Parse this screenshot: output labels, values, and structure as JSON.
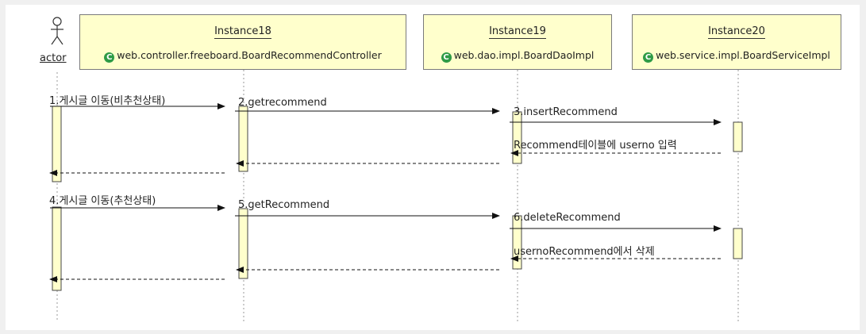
{
  "actor": {
    "label": "actor"
  },
  "instances": [
    {
      "name": "Instance18",
      "class_name": "web.controller.freeboard.BoardRecommendController"
    },
    {
      "name": "Instance19",
      "class_name": "web.dao.impl.BoardDaoImpl"
    },
    {
      "name": "Instance20",
      "class_name": "web.service.impl.BoardServiceImpl"
    }
  ],
  "messages": [
    {
      "label": "1.게시글 이동(비추천상태)"
    },
    {
      "label": "2.getrecommend"
    },
    {
      "label": "3.insertRecommend"
    },
    {
      "label": "Recommend테이블에 userno 입력"
    },
    {
      "label": "4.게시글 이동(추천상태)"
    },
    {
      "label": "5.getRecommend"
    },
    {
      "label": "6.deleteRecommend"
    },
    {
      "label": "usernoRecommend에서 삭제"
    }
  ],
  "colors": {
    "activation_fill": "#ffffcc",
    "header_fill": "#ffffcc",
    "class_icon": "#2e9b46"
  }
}
